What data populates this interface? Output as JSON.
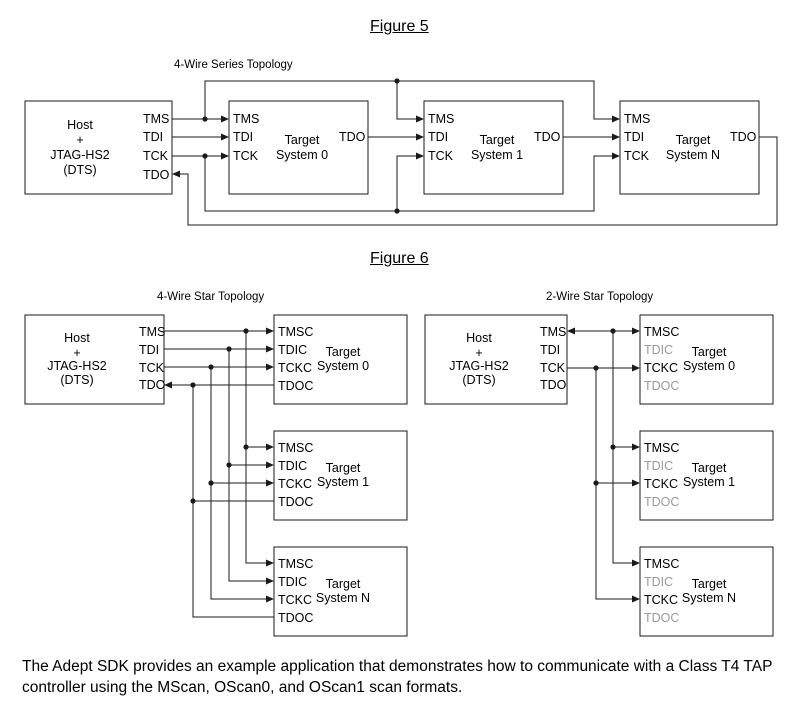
{
  "figure5": {
    "title": "Figure 5",
    "subtitle": "4-Wire Series Topology",
    "host": {
      "line1": "Host",
      "line2": "+",
      "line3": "JTAG-HS2",
      "line4": "(DTS)"
    },
    "host_pins": [
      "TMS",
      "TDI",
      "TCK",
      "TDO"
    ],
    "target_pins": [
      "TMS",
      "TDI",
      "TCK"
    ],
    "target_out": "TDO",
    "targets": [
      {
        "line1": "Target",
        "line2": "System 0"
      },
      {
        "line1": "Target",
        "line2": "System 1"
      },
      {
        "line1": "Target",
        "line2": "System N"
      }
    ]
  },
  "figure6": {
    "title": "Figure 6",
    "left_subtitle": "4-Wire Star Topology",
    "right_subtitle": "2-Wire Star Topology",
    "host": {
      "line1": "Host",
      "line2": "+",
      "line3": "JTAG-HS2",
      "line4": "(DTS)"
    },
    "host_pins": [
      "TMS",
      "TDI",
      "TCK",
      "TDO"
    ],
    "target_pins": [
      "TMSC",
      "TDIC",
      "TCKC",
      "TDOC"
    ],
    "targets": [
      {
        "line1": "Target",
        "line2": "System 0"
      },
      {
        "line1": "Target",
        "line2": "System 1"
      },
      {
        "line1": "Target",
        "line2": "System N"
      }
    ]
  },
  "caption": "The Adept SDK provides an example application that demonstrates how to communicate with a Class T4 TAP controller using the MScan, OScan0, and OScan1 scan formats.",
  "colors": {
    "line": "#1a1a1a",
    "inactive_pin": "#9a9a9a"
  }
}
